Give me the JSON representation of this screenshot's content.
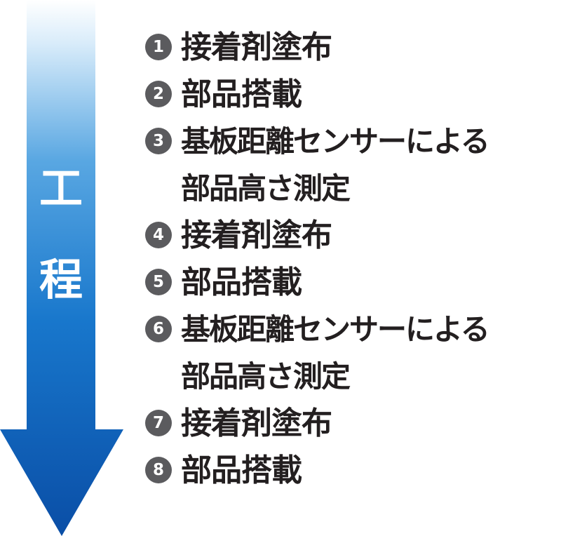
{
  "arrow": {
    "label_chars": [
      "工",
      "程"
    ],
    "gradient_top_color": "#ffffff",
    "gradient_bottom_color": "#0a4ea6"
  },
  "steps": [
    {
      "number": "1",
      "text": "接着剤塗布"
    },
    {
      "number": "2",
      "text": "部品搭載"
    },
    {
      "number": "3",
      "text": "基板距離センサーによる\n部品高さ測定"
    },
    {
      "number": "4",
      "text": "接着剤塗布"
    },
    {
      "number": "5",
      "text": "部品搭載"
    },
    {
      "number": "6",
      "text": "基板距離センサーによる\n部品高さ測定"
    },
    {
      "number": "7",
      "text": "接着剤塗布"
    },
    {
      "number": "8",
      "text": "部品搭載"
    }
  ],
  "colors": {
    "badge": "#5b5b5e",
    "text": "#231f20"
  }
}
